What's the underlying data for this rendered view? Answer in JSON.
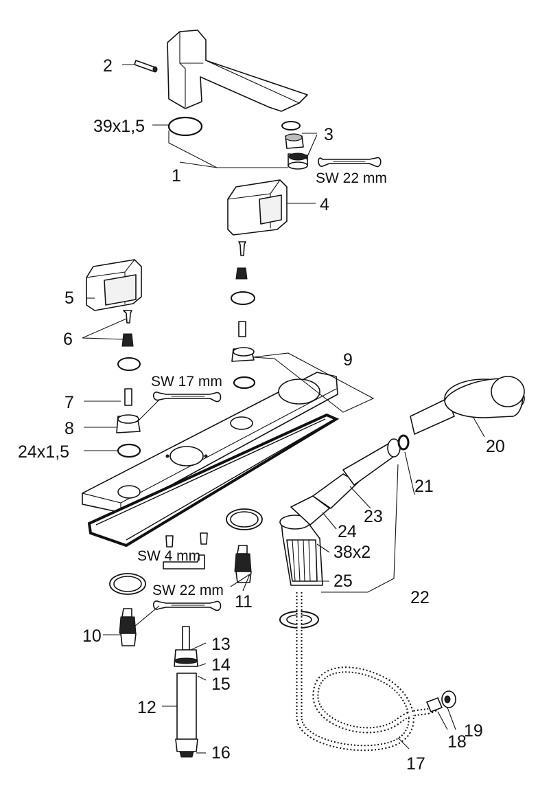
{
  "diagram": {
    "part_numbers": [
      "1",
      "2",
      "3",
      "4",
      "5",
      "6",
      "7",
      "8",
      "9",
      "10",
      "11",
      "12",
      "13",
      "14",
      "15",
      "16",
      "17",
      "18",
      "19",
      "20",
      "21",
      "22",
      "23",
      "24",
      "25"
    ],
    "dimension_labels": {
      "oring_39": "39x1,5",
      "oring_24": "24x1,5",
      "seal_38": "38x2"
    },
    "tool_labels": {
      "wrench_22_top": "SW 22 mm",
      "wrench_17": "SW 17 mm",
      "allen_4": "SW 4 mm",
      "wrench_22_bottom": "SW 22 mm"
    }
  }
}
